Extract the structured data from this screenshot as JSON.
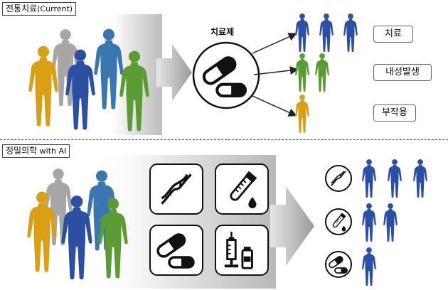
{
  "top": {
    "label_main": "전통치료",
    "label_sub": "(Current)",
    "drug_title": "치료제",
    "outcomes": [
      "치료",
      "내성발생",
      "부작용"
    ]
  },
  "bottom": {
    "label_main": "정밀의학",
    "label_sub": " with AI"
  },
  "colors": {
    "gold": "#D9A015",
    "gray": "#A6A6A6",
    "navy": "#2A4FA3",
    "blue": "#3A76B0",
    "green": "#5B9B34",
    "dark": "#1e1e1e"
  },
  "icons": {
    "dna": "dna-icon",
    "test_tube": "test-tube-icon",
    "pill": "pill-icon",
    "syringe_vial": "syringe-vial-icon"
  }
}
